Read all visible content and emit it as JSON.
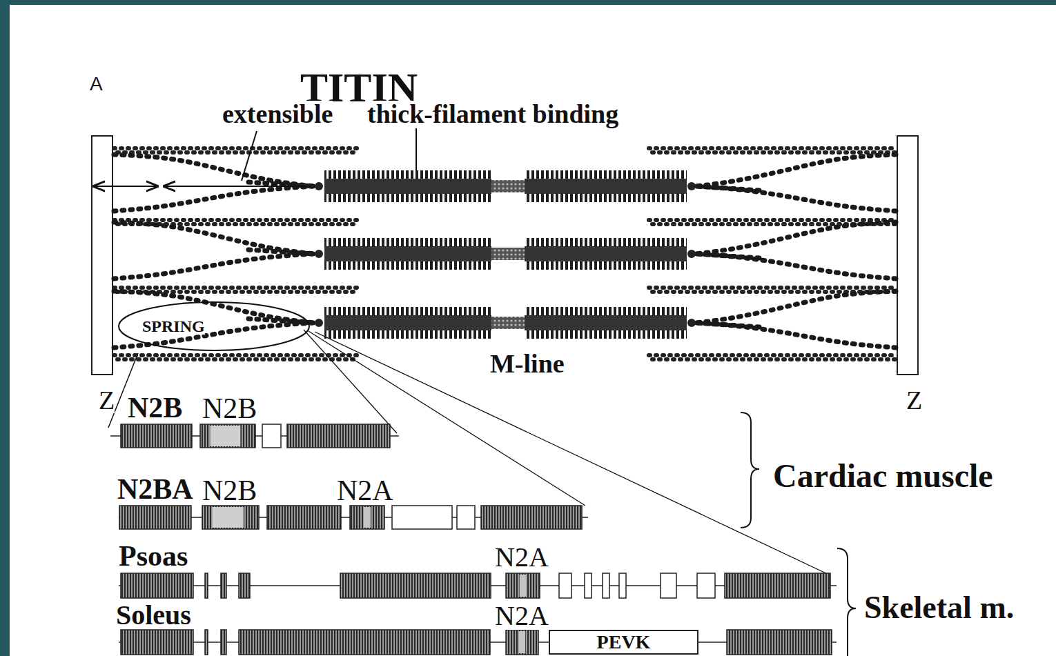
{
  "diagram": {
    "title": "TITIN",
    "nodes": [
      {
        "text": [
          "SPRING"
        ]
      },
      {
        "text": [
          "PEVK"
        ]
      }
    ],
    "labels": [
      "A",
      "extensible",
      "thick-filament binding",
      "M-line",
      "Z",
      "Z",
      "N2B",
      "N2B",
      "N2BA",
      "N2B",
      "N2A",
      "Cardiac muscle",
      "Psoas",
      "N2A",
      "Soleus",
      "N2A",
      "Skeletal m."
    ]
  }
}
